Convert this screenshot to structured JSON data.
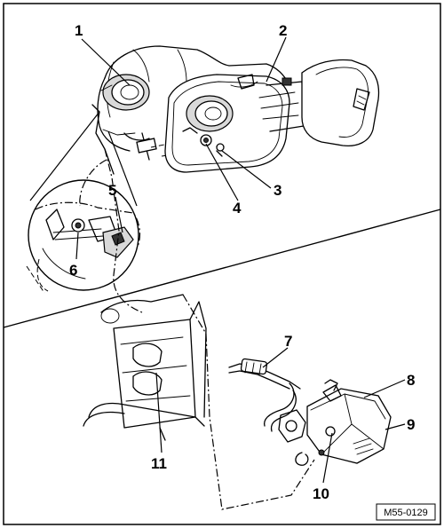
{
  "figure": {
    "reference_code": "M55-0129",
    "callouts": [
      {
        "id": "1",
        "label": "1"
      },
      {
        "id": "2",
        "label": "2"
      },
      {
        "id": "3",
        "label": "3"
      },
      {
        "id": "4",
        "label": "4"
      },
      {
        "id": "5",
        "label": "5"
      },
      {
        "id": "6",
        "label": "6"
      },
      {
        "id": "7",
        "label": "7"
      },
      {
        "id": "8",
        "label": "8"
      },
      {
        "id": "9",
        "label": "9"
      },
      {
        "id": "10",
        "label": "10"
      },
      {
        "id": "11",
        "label": "11"
      }
    ]
  }
}
